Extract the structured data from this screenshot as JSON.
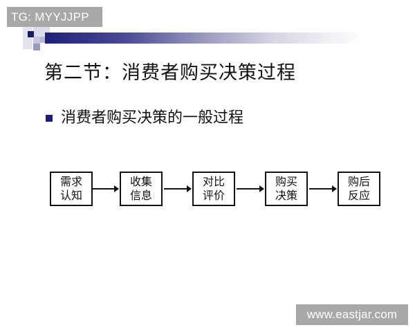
{
  "overlay": {
    "tg_label": "TG: MYYJJPP",
    "watermark": "www.eastjar.com"
  },
  "slide": {
    "title": "第二节：消费者购买决策过程",
    "bullet": "消费者购买决策的一般过程",
    "accent_color": "#1c1c78",
    "flow": [
      {
        "line1": "需求",
        "line2": "认知"
      },
      {
        "line1": "收集",
        "line2": "信息"
      },
      {
        "line1": "对比",
        "line2": "评价"
      },
      {
        "line1": "购买",
        "line2": "决策"
      },
      {
        "line1": "购后",
        "line2": "反应"
      }
    ]
  }
}
